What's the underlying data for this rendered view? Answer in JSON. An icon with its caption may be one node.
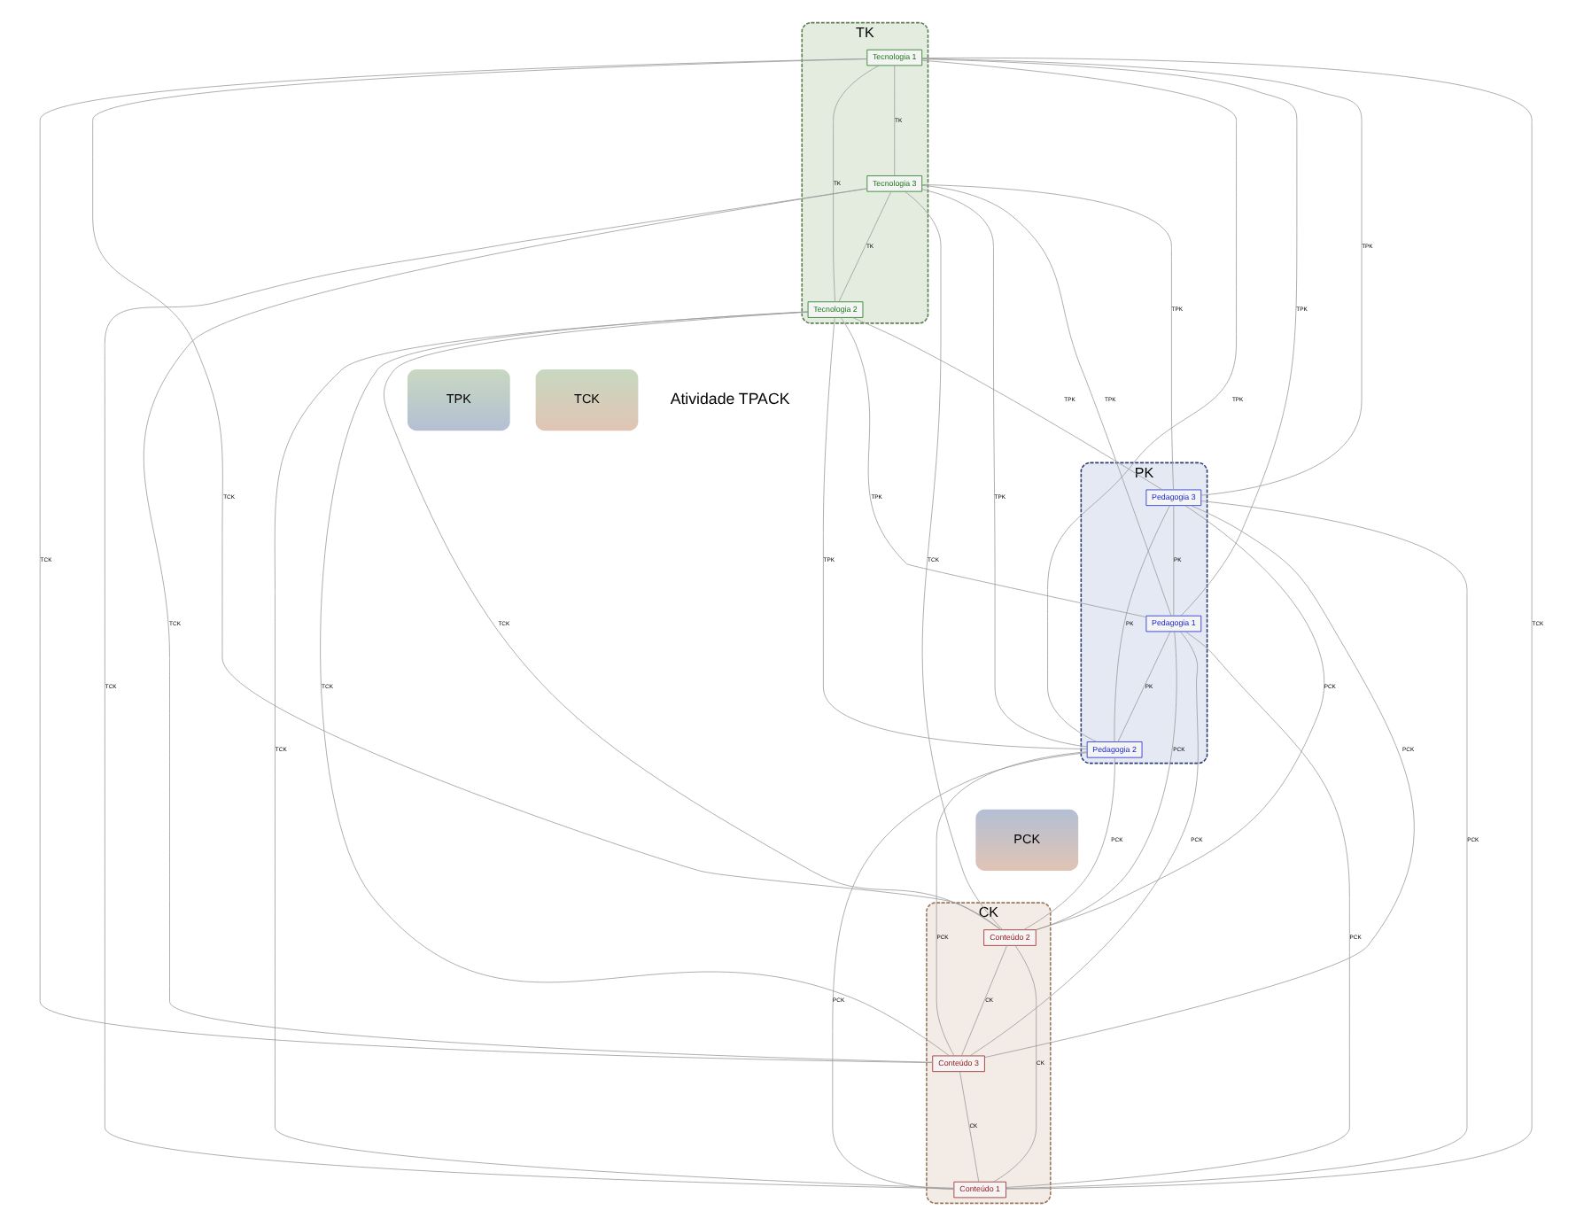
{
  "diagram": {
    "nodes": [
      {
        "text": [
          "TK"
        ]
      },
      {
        "text": [
          "Tecnologia 1"
        ],
        "in": 0
      },
      {
        "text": [
          "Tecnologia 3"
        ],
        "in": 0
      },
      {
        "text": [
          "Tecnologia 2"
        ],
        "in": 0
      },
      {
        "text": [
          "PK"
        ]
      },
      {
        "text": [
          "Pedagogia 1"
        ],
        "in": 4
      },
      {
        "text": [
          "Pedagogia 3"
        ],
        "in": 4
      },
      {
        "text": [
          "Pedagogia 2"
        ],
        "in": 4
      },
      {
        "text": [
          "CK"
        ]
      },
      {
        "text": [
          "Conteúdo 2"
        ],
        "in": 8
      },
      {
        "text": [
          "Conteúdo 3"
        ],
        "in": 8
      },
      {
        "text": [
          "Conteúdo 1"
        ],
        "in": 8
      },
      {
        "text": [
          "TPK"
        ]
      },
      {
        "text": [
          "TCK"
        ]
      },
      {
        "text": [
          "PCK"
        ]
      }
    ],
    "edges": [
      {
        "from": 1,
        "to": 2,
        "arrow": "none",
        "label": "TK"
      },
      {
        "from": 1,
        "to": 3,
        "arrow": "none",
        "label": "TK"
      },
      {
        "from": 2,
        "to": 3,
        "arrow": "none",
        "label": "TK"
      },
      {
        "from": 6,
        "to": 5,
        "arrow": "none",
        "label": "PK"
      },
      {
        "from": 6,
        "to": 7,
        "arrow": "none",
        "label": "PK"
      },
      {
        "from": 5,
        "to": 7,
        "arrow": "none",
        "label": "PK"
      },
      {
        "from": 9,
        "to": 10,
        "arrow": "none",
        "label": "CK"
      },
      {
        "from": 9,
        "to": 11,
        "arrow": "none",
        "label": "CK"
      },
      {
        "from": 10,
        "to": 11,
        "arrow": "none",
        "label": "CK"
      },
      {
        "from": 1,
        "to": 6,
        "arrow": "none",
        "label": "TPK"
      },
      {
        "from": 1,
        "to": 5,
        "arrow": "none",
        "label": "TPK"
      },
      {
        "from": 1,
        "to": 7,
        "arrow": "none",
        "label": "TPK"
      },
      {
        "from": 3,
        "to": 6,
        "arrow": "none",
        "label": "TPK"
      },
      {
        "from": 3,
        "to": 5,
        "arrow": "none",
        "label": "TPK"
      },
      {
        "from": 3,
        "to": 7,
        "arrow": "none",
        "label": "TPK"
      },
      {
        "from": 2,
        "to": 6,
        "arrow": "none",
        "label": "TPK"
      },
      {
        "from": 2,
        "to": 5,
        "arrow": "none",
        "label": "TPK"
      },
      {
        "from": 2,
        "to": 7,
        "arrow": "none",
        "label": "TPK"
      },
      {
        "from": 1,
        "to": 9,
        "arrow": "none",
        "label": "TCK"
      },
      {
        "from": 1,
        "to": 10,
        "arrow": "none",
        "label": "TCK"
      },
      {
        "from": 1,
        "to": 11,
        "arrow": "none",
        "label": "TCK"
      },
      {
        "from": 3,
        "to": 9,
        "arrow": "none",
        "label": "TCK"
      },
      {
        "from": 3,
        "to": 10,
        "arrow": "none",
        "label": "TCK"
      },
      {
        "from": 3,
        "to": 11,
        "arrow": "none",
        "label": "TCK"
      },
      {
        "from": 2,
        "to": 9,
        "arrow": "none",
        "label": "TCK"
      },
      {
        "from": 2,
        "to": 10,
        "arrow": "none",
        "label": "TCK"
      },
      {
        "from": 2,
        "to": 11,
        "arrow": "none",
        "label": "TCK"
      },
      {
        "from": 5,
        "to": 9,
        "arrow": "none",
        "label": "PCK"
      },
      {
        "from": 5,
        "to": 10,
        "arrow": "none",
        "label": "PCK"
      },
      {
        "from": 5,
        "to": 11,
        "arrow": "none",
        "label": "PCK"
      },
      {
        "from": 6,
        "to": 9,
        "arrow": "none",
        "label": "PCK"
      },
      {
        "from": 6,
        "to": 10,
        "arrow": "none",
        "label": "PCK"
      },
      {
        "from": 6,
        "to": 11,
        "arrow": "none",
        "label": "PCK"
      },
      {
        "from": 7,
        "to": 9,
        "arrow": "none",
        "label": "PCK"
      },
      {
        "from": 7,
        "to": 10,
        "arrow": "none",
        "label": "PCK"
      },
      {
        "from": 7,
        "to": 11,
        "arrow": "none",
        "label": "PCK"
      }
    ],
    "labels": [
      "Atividade TPACK"
    ]
  }
}
